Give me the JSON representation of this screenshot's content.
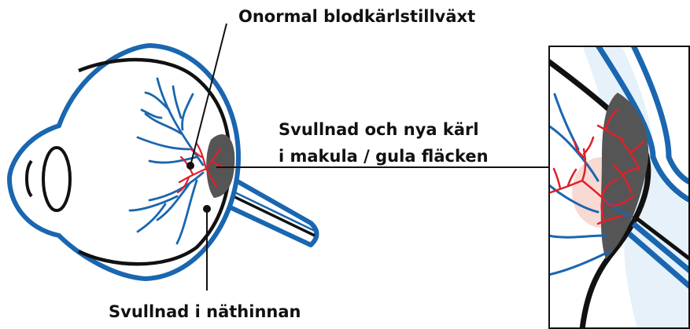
{
  "labels": {
    "top": "Onormal blodkärlstillväxt",
    "middle_line1": "Svullnad och nya kärl",
    "middle_line2": "i makula / gula fläcken",
    "bottom": "Svullnad i näthinnan"
  },
  "colors": {
    "sclera_blue": "#1a66b0",
    "retina_black": "#111111",
    "vessel_blue": "#1a66b0",
    "vessel_red": "#e0202a",
    "swelling_gray": "#555555",
    "inset_light_blue": "#e6f1fa",
    "pink_glow": "#f6c9c2"
  }
}
